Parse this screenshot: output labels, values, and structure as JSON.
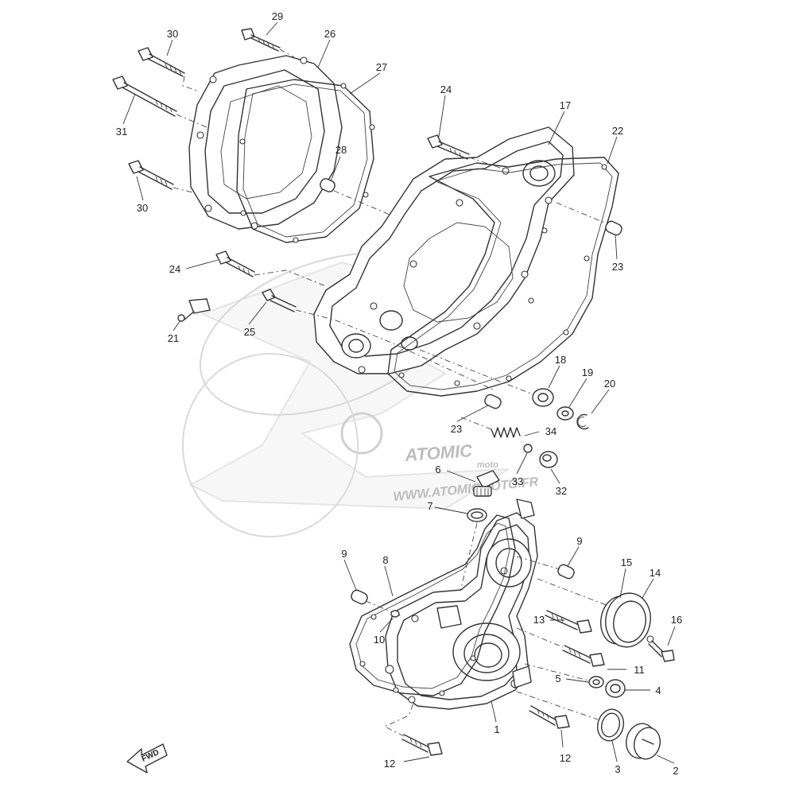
{
  "watermark": {
    "brand": "ATOMIC",
    "sub": "moto",
    "url": "WWW.ATOMICMOTO.FR"
  },
  "fwd_label": "FWD",
  "callouts": [
    {
      "id": "c29",
      "text": "29"
    },
    {
      "id": "c30a",
      "text": "30"
    },
    {
      "id": "c26",
      "text": "26"
    },
    {
      "id": "c27",
      "text": "27"
    },
    {
      "id": "c31",
      "text": "31"
    },
    {
      "id": "c30b",
      "text": "30"
    },
    {
      "id": "c28",
      "text": "28"
    },
    {
      "id": "c24a",
      "text": "24"
    },
    {
      "id": "c17",
      "text": "17"
    },
    {
      "id": "c22",
      "text": "22"
    },
    {
      "id": "c23a",
      "text": "23"
    },
    {
      "id": "c24b",
      "text": "24"
    },
    {
      "id": "c21",
      "text": "21"
    },
    {
      "id": "c25",
      "text": "25"
    },
    {
      "id": "c18",
      "text": "18"
    },
    {
      "id": "c19",
      "text": "19"
    },
    {
      "id": "c20",
      "text": "20"
    },
    {
      "id": "c23b",
      "text": "23"
    },
    {
      "id": "c34",
      "text": "34"
    },
    {
      "id": "c6",
      "text": "6"
    },
    {
      "id": "c33",
      "text": "33"
    },
    {
      "id": "c32",
      "text": "32"
    },
    {
      "id": "c7",
      "text": "7"
    },
    {
      "id": "c9a",
      "text": "9"
    },
    {
      "id": "c8",
      "text": "8"
    },
    {
      "id": "c9b",
      "text": "9"
    },
    {
      "id": "c15",
      "text": "15"
    },
    {
      "id": "c14",
      "text": "14"
    },
    {
      "id": "c13",
      "text": "13"
    },
    {
      "id": "c16",
      "text": "16"
    },
    {
      "id": "c10",
      "text": "10"
    },
    {
      "id": "c11",
      "text": "11"
    },
    {
      "id": "c5",
      "text": "5"
    },
    {
      "id": "c4",
      "text": "4"
    },
    {
      "id": "c1",
      "text": "1"
    },
    {
      "id": "c12a",
      "text": "12"
    },
    {
      "id": "c12b",
      "text": "12"
    },
    {
      "id": "c3",
      "text": "3"
    },
    {
      "id": "c2",
      "text": "2"
    }
  ]
}
